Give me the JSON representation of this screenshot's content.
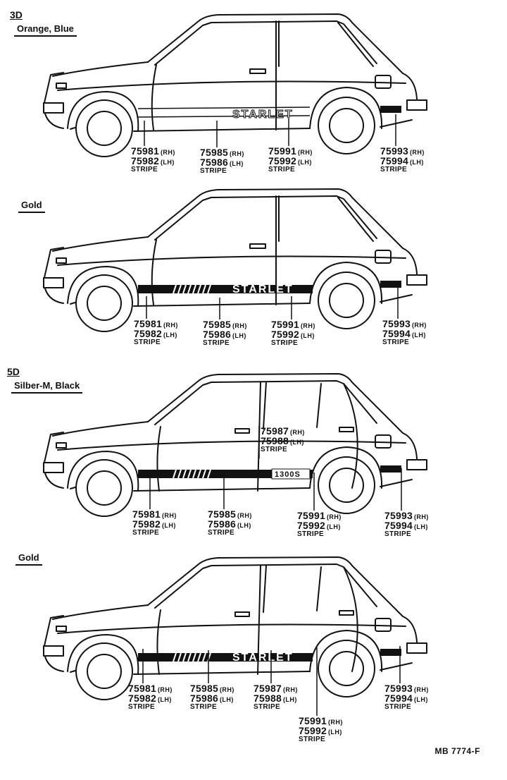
{
  "sections": [
    {
      "id": "3d-orange-blue",
      "code": "3D",
      "color": "Orange, Blue",
      "doors": 3,
      "body_text": "STARLET",
      "body_text_style": "outline",
      "callouts": [
        {
          "rh": "75981",
          "lh": "75982",
          "name": "STRIPE"
        },
        {
          "rh": "75985",
          "lh": "75986",
          "name": "STRIPE"
        },
        {
          "rh": "75991",
          "lh": "75992",
          "name": "STRIPE"
        },
        {
          "rh": "75993",
          "lh": "75994",
          "name": "STRIPE"
        }
      ]
    },
    {
      "id": "3d-gold",
      "code": "",
      "color": "Gold",
      "doors": 3,
      "body_text": "STARLET",
      "body_text_style": "solid",
      "callouts": [
        {
          "rh": "75981",
          "lh": "75982",
          "name": "STRIPE"
        },
        {
          "rh": "75985",
          "lh": "75986",
          "name": "STRIPE"
        },
        {
          "rh": "75991",
          "lh": "75992",
          "name": "STRIPE"
        },
        {
          "rh": "75993",
          "lh": "75994",
          "name": "STRIPE"
        }
      ]
    },
    {
      "id": "5d-silber-black",
      "code": "5D",
      "color": "Silber-M, Black",
      "doors": 5,
      "body_text": "1300S",
      "body_text_style": "small",
      "callouts": [
        {
          "rh": "75981",
          "lh": "75982",
          "name": "STRIPE"
        },
        {
          "rh": "75985",
          "lh": "75986",
          "name": "STRIPE"
        },
        {
          "rh": "75987",
          "lh": "75988",
          "name": "STRIPE"
        },
        {
          "rh": "75991",
          "lh": "75992",
          "name": "STRIPE"
        },
        {
          "rh": "75993",
          "lh": "75994",
          "name": "STRIPE"
        }
      ]
    },
    {
      "id": "5d-gold",
      "code": "",
      "color": "Gold",
      "doors": 5,
      "body_text": "STARLET",
      "body_text_style": "solid",
      "callouts": [
        {
          "rh": "75981",
          "lh": "75982",
          "name": "STRIPE"
        },
        {
          "rh": "75985",
          "lh": "75986",
          "name": "STRIPE"
        },
        {
          "rh": "75987",
          "lh": "75988",
          "name": "STRIPE"
        },
        {
          "rh": "75991",
          "lh": "75992",
          "name": "STRIPE"
        },
        {
          "rh": "75993",
          "lh": "75994",
          "name": "STRIPE"
        }
      ]
    }
  ],
  "side_labels": {
    "rh": "(RH)",
    "lh": "(LH)"
  },
  "reference": "MB 7774-F"
}
